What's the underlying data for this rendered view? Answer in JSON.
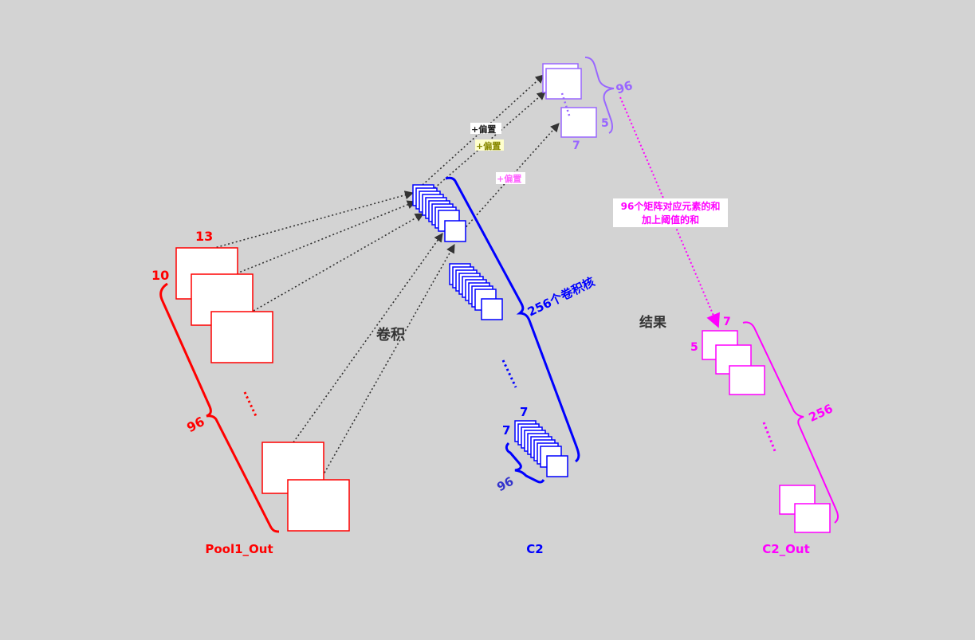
{
  "colors": {
    "background": "#d3d3d3",
    "input": "#ff0000",
    "kernel": "#0000ff",
    "kernel_label": "#3333cc",
    "bias_result": "#9966ff",
    "output": "#ff00ff",
    "arrow": "#333333",
    "caption": "#333333"
  },
  "input": {
    "name": "Pool1_Out",
    "width_label": "13",
    "height_label": "10",
    "depth_label": "96"
  },
  "kernels": {
    "name": "C2",
    "count_label": "256个卷积核",
    "width_label": "7",
    "height_label": "7",
    "depth_label": "96"
  },
  "bias_result": {
    "depth_label": "96",
    "height_label": "5",
    "width_label": "7",
    "bias_tags": [
      "+偏置",
      "+偏置",
      "+偏置"
    ]
  },
  "sum_note": {
    "line1": "96个矩阵对应元素的和",
    "line2": "加上阈值的和"
  },
  "output": {
    "name": "C2_Out",
    "width_label": "7",
    "height_label": "5",
    "depth_label": "256"
  },
  "captions": {
    "conv": "卷积",
    "result": "结果"
  }
}
